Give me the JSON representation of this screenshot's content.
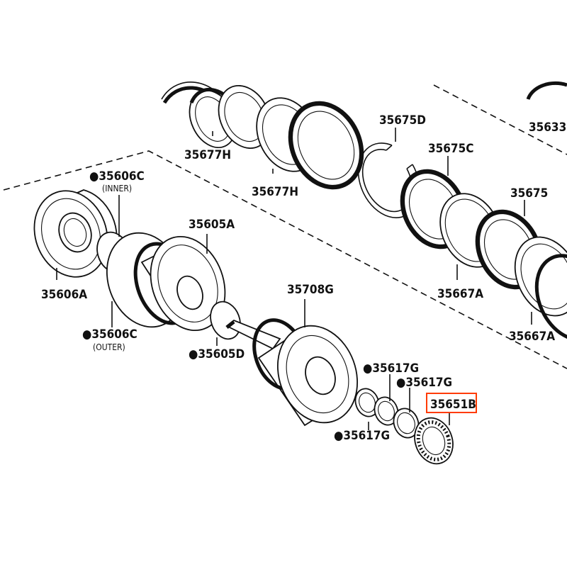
{
  "labels": {
    "p35606C_inner": "●35606C",
    "p35606C_inner_note": "(INNER)",
    "p35606A": "35606A",
    "p35606C_outer": "●35606C",
    "p35606C_outer_note": "(OUTER)",
    "p35605A": "35605A",
    "p35605D": "●35605D",
    "p35708G": "35708G",
    "p35617G_a": "●35617G",
    "p35617G_b": "●35617G",
    "p35617G_c": "●35617G",
    "p35651B": "35651B",
    "p35677H_a": "35677H",
    "p35677H_b": "35677H",
    "p35675D": "35675D",
    "p35675C": "35675C",
    "p35675": "35675",
    "p35667A_a": "35667A",
    "p35667A_b": "35667A",
    "p35633": "35633"
  },
  "colors": {
    "line": "#111111",
    "highlight": "#ff3b00",
    "background": "#ffffff"
  }
}
